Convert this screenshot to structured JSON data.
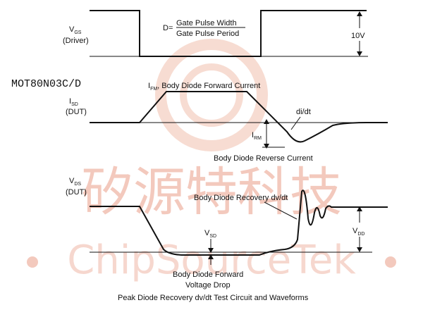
{
  "part_number": "MOT80N03C/D",
  "watermark": {
    "chinese": "矽源特科技",
    "latin": "ChipSourceTek",
    "color": "#f3c9bd"
  },
  "vgs": {
    "symbol": "V",
    "subscript": "GS",
    "sublabel": "(Driver)"
  },
  "duty": {
    "prefix": "D=",
    "numerator": "Gate Pulse Width",
    "denominator": "Gate Pulse Period"
  },
  "v10": "10V",
  "ifm": {
    "symbol": "I",
    "subscript": "FM",
    "text": ", Body Diode Forward Current"
  },
  "isd": {
    "symbol": "I",
    "subscript": "SD",
    "sublabel": "(DUT)"
  },
  "didt": "di/dt",
  "irm": {
    "symbol": "I",
    "subscript": "RM"
  },
  "reverse_current": "Body Diode Reverse Current",
  "vds": {
    "symbol": "V",
    "subscript": "DS",
    "sublabel": "(DUT)"
  },
  "recovery": "Body Diode Recovery dv/dt",
  "vsd": {
    "symbol": "V",
    "subscript": "SD"
  },
  "vdd": {
    "symbol": "V",
    "subscript": "DD"
  },
  "forward_drop": {
    "line1": "Body Diode Forward",
    "line2": "Voltage Drop"
  },
  "caption": "Peak Diode Recovery dv/dt Test Circuit and Waveforms"
}
